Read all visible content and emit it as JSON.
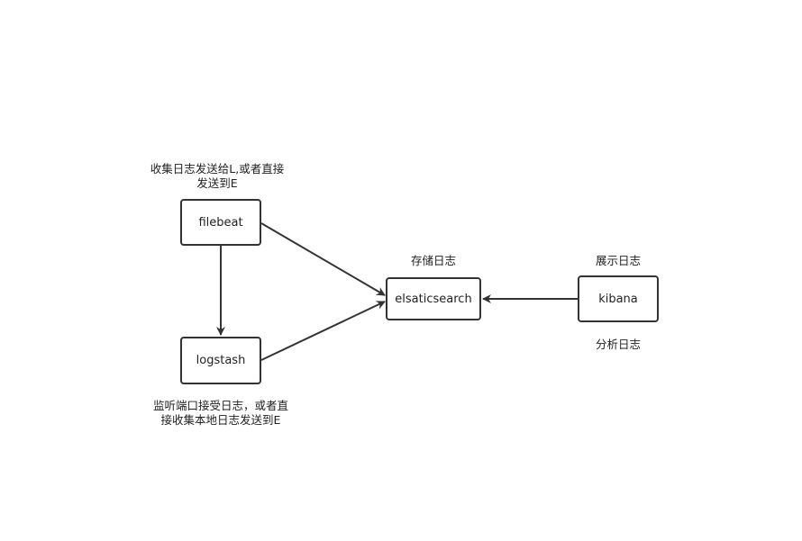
{
  "nodes": {
    "filebeat": "filebeat",
    "logstash": "logstash",
    "elasticsearch": "elsaticsearch",
    "kibana": "kibana"
  },
  "labels": {
    "filebeat": [
      "收集日志发送给L,或者直接",
      "发送到E"
    ],
    "logstash": [
      "监听端口接受日志，或者直",
      "接收集本地日志发送到E"
    ],
    "elasticsearch": "存储日志",
    "kibana_top": "展示日志",
    "kibana_bottom": "分析日志"
  },
  "colors": {
    "stroke": "#333333",
    "background": "#ffffff"
  }
}
